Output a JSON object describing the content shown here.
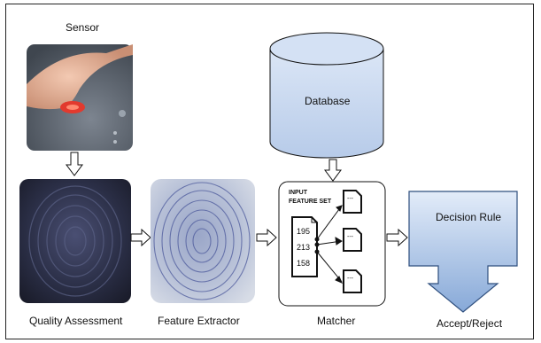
{
  "labels": {
    "sensor": "Sensor",
    "database": "Database",
    "quality": "Quality Assessment",
    "extractor": "Feature  Extractor",
    "matcher": "Matcher",
    "decision": "Decision Rule",
    "output": "Accept/Reject"
  },
  "matcher": {
    "input_title_1": "INPUT",
    "input_title_2": "FEATURE SET",
    "values": [
      "195",
      "213",
      "158"
    ],
    "template_marks": [
      "---",
      "---",
      "---"
    ]
  },
  "colors": {
    "database_fill": "#c8d7ee",
    "decision_fill_top": "#dce7f7",
    "decision_fill_bottom": "#8fb0dc",
    "outline": "#111111"
  }
}
